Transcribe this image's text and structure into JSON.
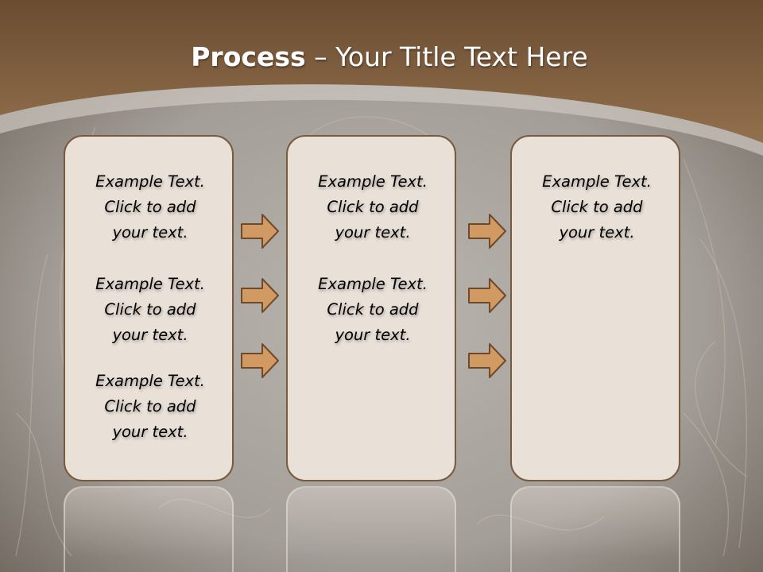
{
  "slide": {
    "title_strong": "Process",
    "title_rest": " – Your Title Text Here"
  },
  "columns": [
    {
      "blocks": [
        {
          "lines": [
            "Example Text.",
            "Click  to add",
            "your text."
          ]
        },
        {
          "lines": [
            "Example Text.",
            "Click  to add",
            "your text."
          ]
        },
        {
          "lines": [
            "Example Text.",
            "Click  to add",
            "your text."
          ]
        }
      ]
    },
    {
      "blocks": [
        {
          "lines": [
            "Example Text.",
            "Click  to add",
            "your text."
          ]
        },
        {
          "lines": [
            "Example Text.",
            "Click  to add",
            "your text."
          ]
        }
      ]
    },
    {
      "blocks": [
        {
          "lines": [
            "Example Text.",
            "Click  to add",
            "your text."
          ]
        }
      ]
    }
  ],
  "colors": {
    "header": "#7d5a3c",
    "box_fill": "#e9e0d8",
    "box_border": "#7a5a3e",
    "arrow_fill": "#d29a63",
    "arrow_border": "#6e4a2b"
  }
}
